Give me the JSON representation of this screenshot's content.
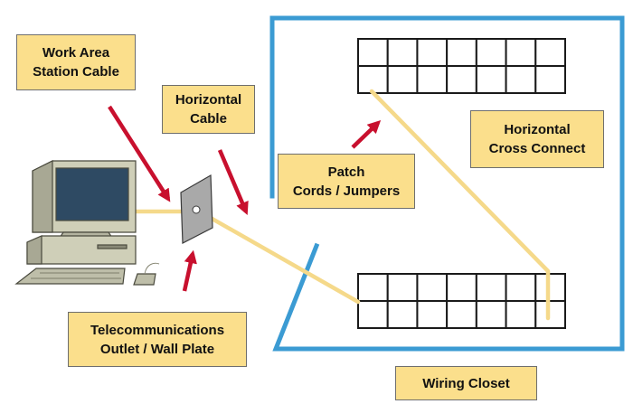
{
  "labels": {
    "work_area_station_cable": "Work Area\nStation Cable",
    "horizontal_cable": "Horizontal\nCable",
    "patch_cords_jumpers": "Patch\nCords / Jumpers",
    "horizontal_cross_connect": "Horizontal\nCross Connect",
    "telecom_outlet_wall_plate": "Telecommunications\nOutlet / Wall Plate",
    "wiring_closet": "Wiring Closet"
  },
  "patch_panel": {
    "rows": 2,
    "columns": 7
  },
  "colors": {
    "label_fill": "#fbdf8c",
    "label_border": "#6e6e6e",
    "closet_wall": "#3b9bd3",
    "cable": "#f5d98a",
    "arrow": "#c8102e",
    "panel_grid": "#1a1a1a",
    "computer_beige": "#cfcfb8",
    "computer_dark": "#8a8a78",
    "screen": "#2e4a63",
    "wall_plate": "#a9a9a9"
  },
  "icons": [
    "computer-icon",
    "wall-plate-icon",
    "red-arrow-icon"
  ]
}
